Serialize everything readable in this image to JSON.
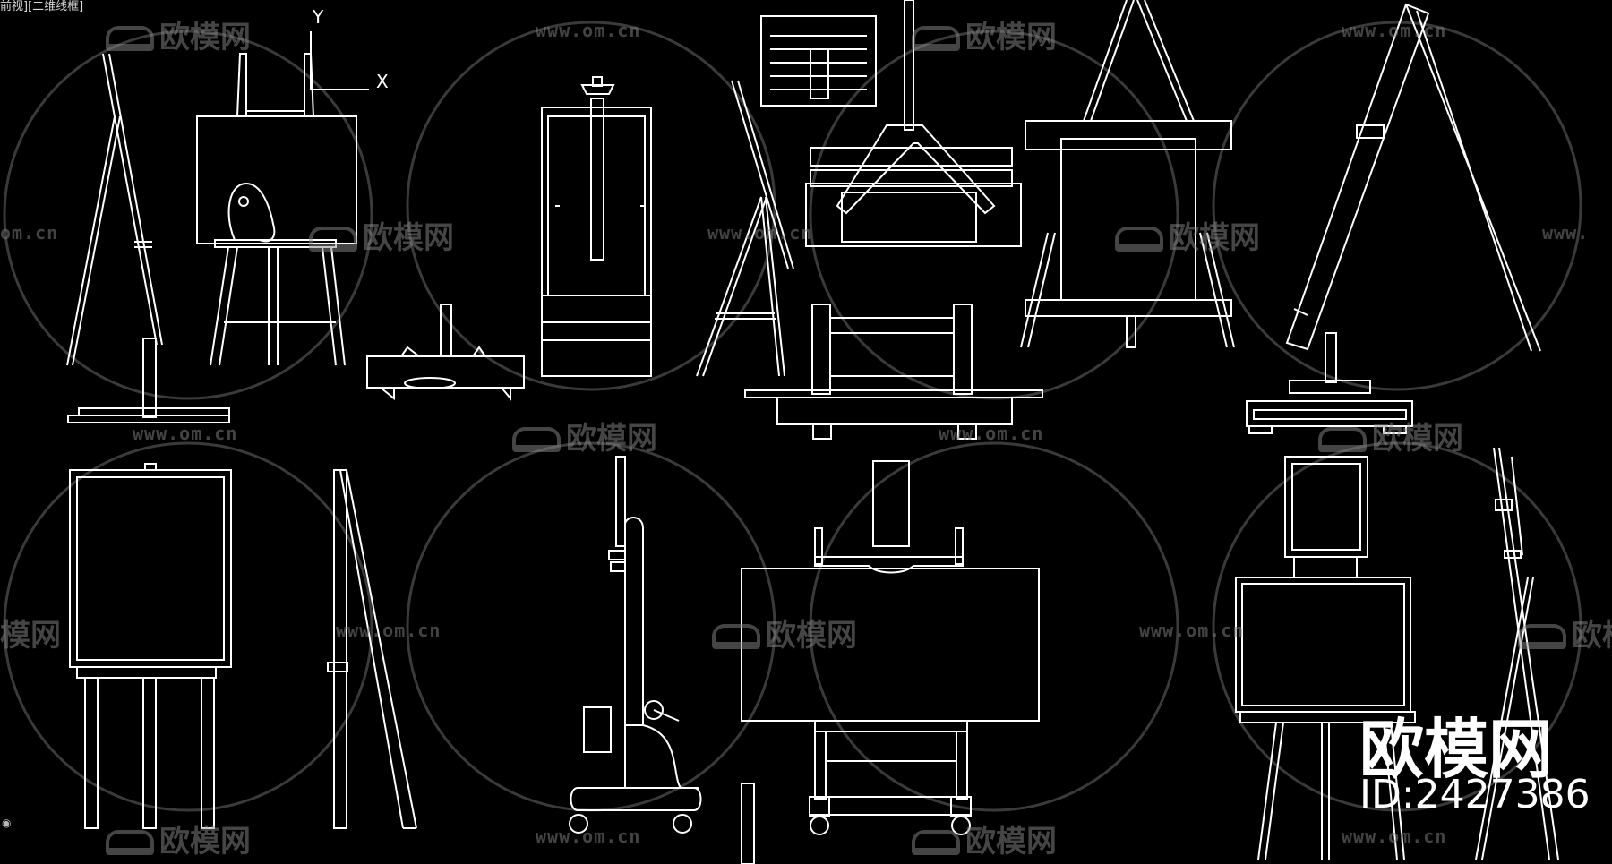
{
  "viewport": {
    "label": "前视][二维线框]"
  },
  "ucs": {
    "x_label": "X",
    "y_label": "Y"
  },
  "watermark": {
    "url": "www.om.cn",
    "brand": "欧模网",
    "url_fragment": "om.cn",
    "url_fragment_2": "www.",
    "brand_fragment": "模网"
  },
  "brand_mark": {
    "title": "欧模网",
    "id_text": "ID:2427386"
  },
  "colors": {
    "background": "#000000",
    "line": "#ffffff",
    "watermark": "#8a8a8a"
  },
  "icons": {
    "sofa_logo": "sofa-logo-icon",
    "ucs": "ucs-axis-icon",
    "nav": "view-cube-icon"
  }
}
